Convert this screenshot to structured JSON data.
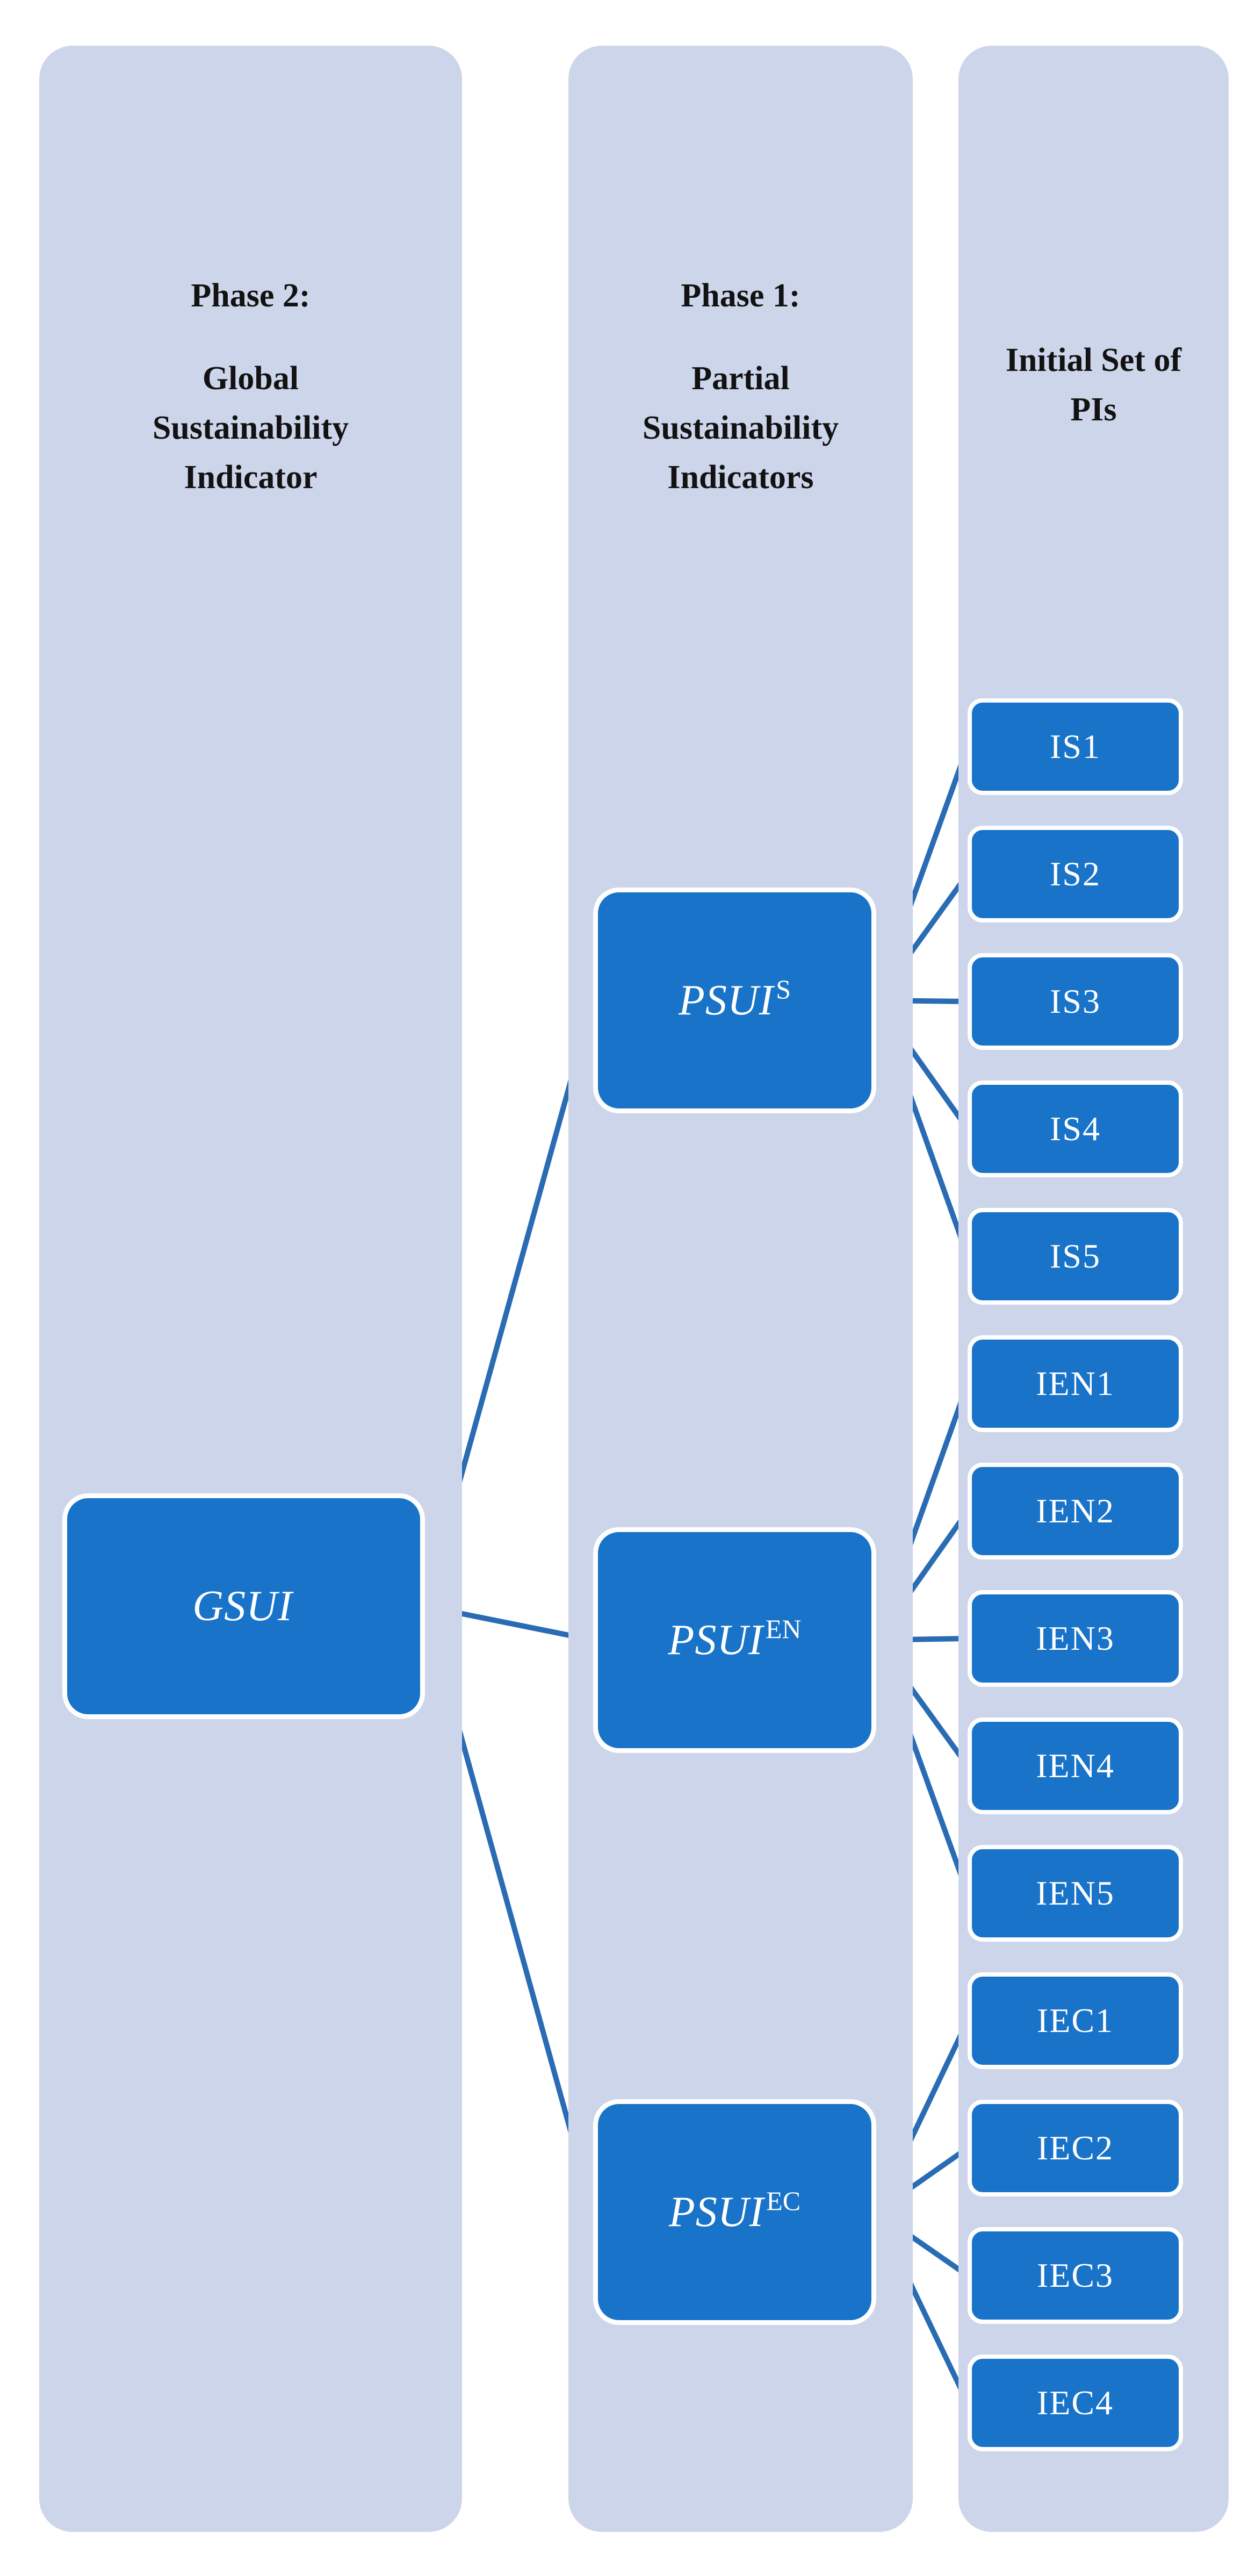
{
  "colors": {
    "panel_bg": "#cdd5ea",
    "node_fill": "#1873c9",
    "node_text": "#ffffff",
    "edge": "#2a6cb4",
    "header_text": "#121212",
    "node_border": "#ffffff"
  },
  "columns": [
    {
      "id": "phase-2",
      "title": "Phase 2:",
      "subtitle": "Global Sustainability Indicator"
    },
    {
      "id": "phase-1",
      "title": "Phase 1:",
      "subtitle": "Partial Sustainability Indicators"
    },
    {
      "id": "initial-set",
      "title": "",
      "subtitle": "Initial Set of PIs"
    }
  ],
  "nodes": {
    "gsui": {
      "label": "GSUI",
      "sup": ""
    },
    "psui_s": {
      "label": "PSUI",
      "sup": "S"
    },
    "psui_en": {
      "label": "PSUI",
      "sup": "EN"
    },
    "psui_ec": {
      "label": "PSUI",
      "sup": "EC"
    }
  },
  "leaves": {
    "psui_s": [
      "IS1",
      "IS2",
      "IS3",
      "IS4",
      "IS5"
    ],
    "psui_en": [
      "IEN1",
      "IEN2",
      "IEN3",
      "IEN4",
      "IEN5"
    ],
    "psui_ec": [
      "IEC1",
      "IEC2",
      "IEC3",
      "IEC4"
    ]
  },
  "edges": {
    "root": "gsui",
    "root_children": [
      "psui_s",
      "psui_en",
      "psui_ec"
    ]
  }
}
